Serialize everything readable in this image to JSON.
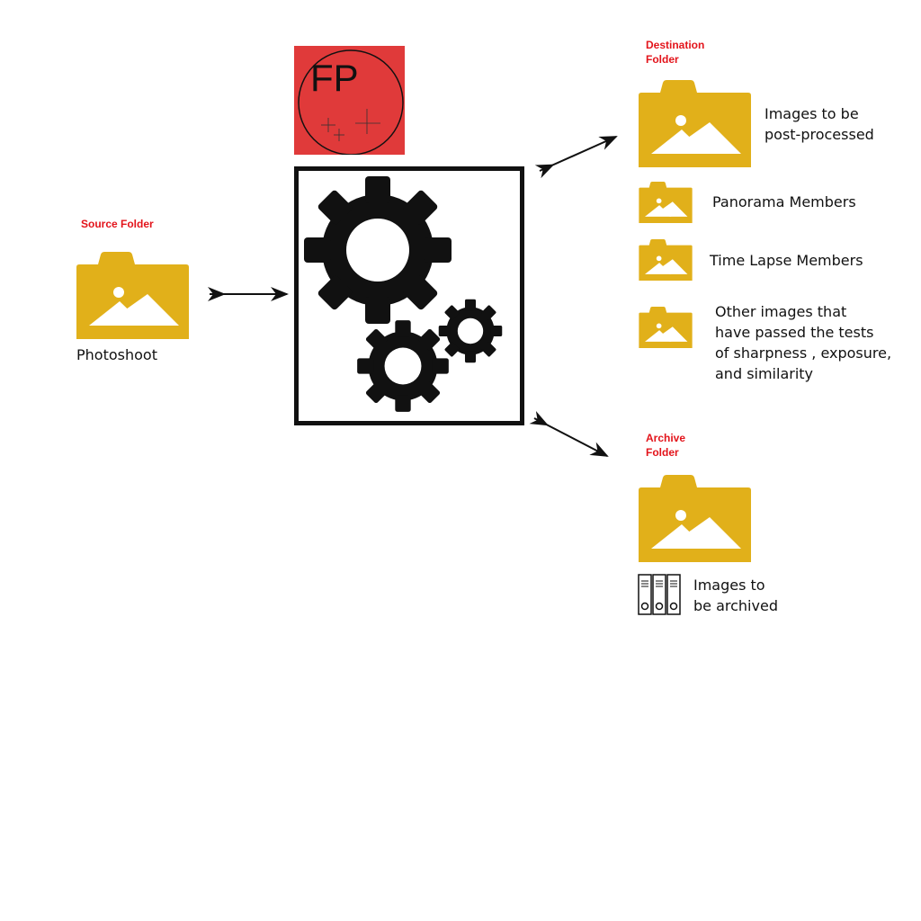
{
  "logo": {
    "text": "FP",
    "bg_color": "#e03a3a"
  },
  "source": {
    "label": "Source Folder",
    "folder_name": "Photoshoot"
  },
  "destination": {
    "label_line1": "Destination",
    "label_line2": "Folder",
    "main_caption_line1": "Images to be",
    "main_caption_line2": "post-processed",
    "subfolders": [
      {
        "lines": [
          "Panorama Members"
        ]
      },
      {
        "lines": [
          "Time Lapse Members"
        ]
      },
      {
        "lines": [
          "Other images that",
          "have passed the tests",
          "of sharpness , exposure,",
          "and similarity"
        ]
      }
    ]
  },
  "archive": {
    "label_line1": "Archive",
    "label_line2": "Folder",
    "caption_line1": "Images to",
    "caption_line2": "be archived"
  },
  "colors": {
    "folder": "#e1b01a",
    "accent_red": "#e3141b",
    "logo_bg": "#e03a3a"
  }
}
